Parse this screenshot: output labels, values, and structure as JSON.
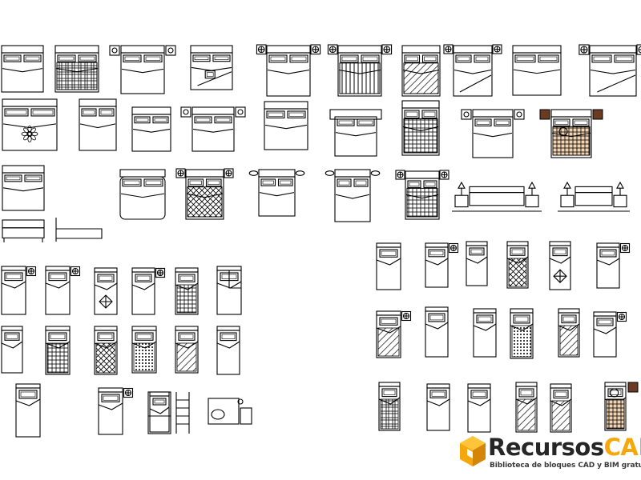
{
  "brand": {
    "name_part1": "Recursos",
    "name_part2": "CAD",
    "tagline": "Biblioteca de bloques CAD y BIM gratuita",
    "primary_color": "#f5a70b",
    "dark_color": "#262626"
  },
  "colors": {
    "line": "#000000",
    "wood": "#f2d4b3",
    "nightstand": "#6b3a22"
  },
  "beds": {
    "double": [
      {
        "style": "plain"
      },
      {
        "style": "plaid"
      },
      {
        "style": "nightstands-blanket"
      },
      {
        "style": "pillows-thrown"
      },
      {
        "style": "lamps-round"
      },
      {
        "style": "plaid-lamps"
      },
      {
        "style": "hatched"
      },
      {
        "style": "lamps-corner"
      },
      {
        "style": "plain"
      },
      {
        "style": "tilted-lamps"
      },
      {
        "style": "flower"
      },
      {
        "style": "plain"
      },
      {
        "style": "plain"
      },
      {
        "style": "nightstands"
      },
      {
        "style": "plain"
      },
      {
        "style": "headboard-wide"
      },
      {
        "style": "quilt"
      },
      {
        "style": "nightstands-front"
      },
      {
        "style": "person"
      },
      {
        "style": "plain"
      },
      {
        "style": "rounded"
      },
      {
        "style": "pattern-lamps"
      },
      {
        "style": "lamps-oval"
      },
      {
        "style": "oval-lamps"
      },
      {
        "style": "grid-lamps"
      }
    ],
    "single": [
      {
        "style": "plain-lamp"
      },
      {
        "style": "plain-lamp"
      },
      {
        "style": "diamond"
      },
      {
        "style": "lamp-side"
      },
      {
        "style": "hatched-grid"
      },
      {
        "style": "corner"
      },
      {
        "style": "plain"
      },
      {
        "style": "grid"
      },
      {
        "style": "diamond-grid"
      },
      {
        "style": "dots"
      },
      {
        "style": "hatched"
      },
      {
        "style": "plain"
      },
      {
        "style": "twin-headboard"
      },
      {
        "style": "lamp"
      },
      {
        "style": "bunk"
      },
      {
        "style": "plain"
      },
      {
        "style": "plain-lamp"
      },
      {
        "style": "plain"
      },
      {
        "style": "cross"
      },
      {
        "style": "diamond"
      },
      {
        "style": "plain-lamp"
      },
      {
        "style": "hatched-lamp"
      },
      {
        "style": "plain"
      },
      {
        "style": "plain"
      },
      {
        "style": "dots"
      },
      {
        "style": "hatched"
      },
      {
        "style": "plain-lamp"
      },
      {
        "style": "plaid"
      },
      {
        "style": "plain"
      },
      {
        "style": "plain"
      },
      {
        "style": "hatched"
      },
      {
        "style": "hatched"
      },
      {
        "style": "person"
      }
    ],
    "elevations": [
      {
        "style": "bed-side"
      },
      {
        "style": "bed-frame"
      },
      {
        "style": "bed-front-lamps"
      },
      {
        "style": "bed-front-small"
      }
    ]
  }
}
